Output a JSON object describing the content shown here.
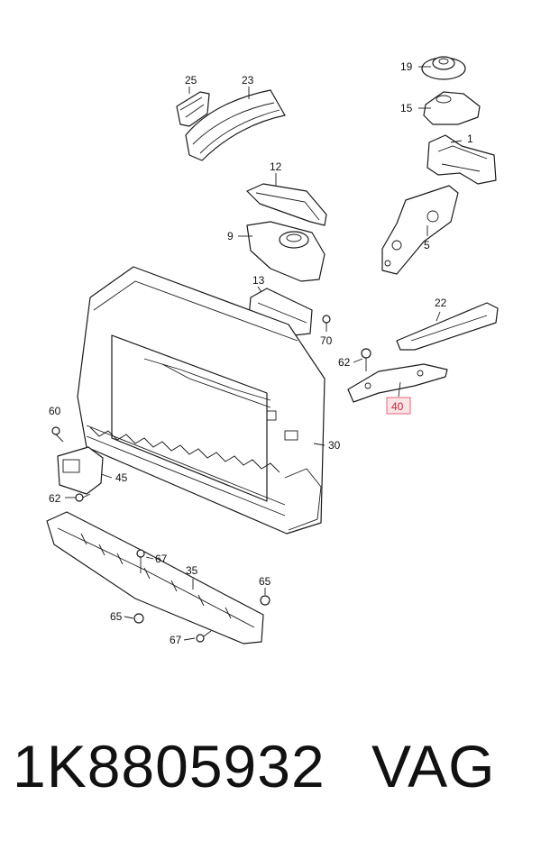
{
  "callouts": {
    "c25": "25",
    "c23": "23",
    "c19": "19",
    "c15": "15",
    "c1": "1",
    "c12": "12",
    "c9": "9",
    "c5": "5",
    "c13": "13",
    "c22": "22",
    "c70": "70",
    "c62a": "62",
    "c40": "40",
    "c60": "60",
    "c30": "30",
    "c45": "45",
    "c62b": "62",
    "c67a": "67",
    "c35": "35",
    "c65a": "65",
    "c65b": "65",
    "c67b": "67"
  },
  "highlighted_callout": "40",
  "highlight_color": "#e26a7a",
  "footer": {
    "part_number": "1K8805932",
    "brand": "VAG"
  }
}
